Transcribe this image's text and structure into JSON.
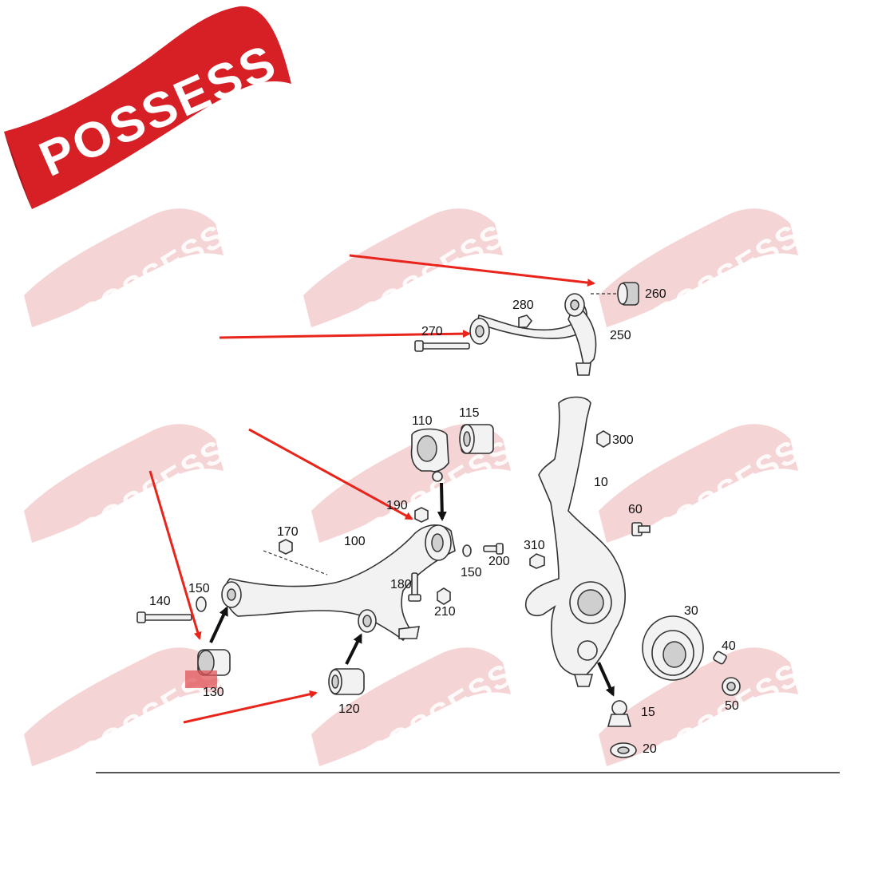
{
  "brand": {
    "logo_text": "POSSESS",
    "watermark_text": "POSSESS",
    "banner_color": "#d71f26",
    "watermark_color": "#e8a0a3",
    "arrow_color": "#e8241b",
    "highlight_color": "#e0555a"
  },
  "labels": {
    "p10": "10",
    "p15": "15",
    "p20": "20",
    "p30": "30",
    "p40": "40",
    "p50": "50",
    "p60": "60",
    "p100": "100",
    "p110": "110",
    "p115": "115",
    "p120": "120",
    "p130": "130",
    "p140": "140",
    "p150a": "150",
    "p150b": "150",
    "p170": "170",
    "p180": "180",
    "p190": "190",
    "p200": "200",
    "p210": "210",
    "p250": "250",
    "p260": "260",
    "p270": "270",
    "p280": "280",
    "p300": "300",
    "p310": "310"
  }
}
